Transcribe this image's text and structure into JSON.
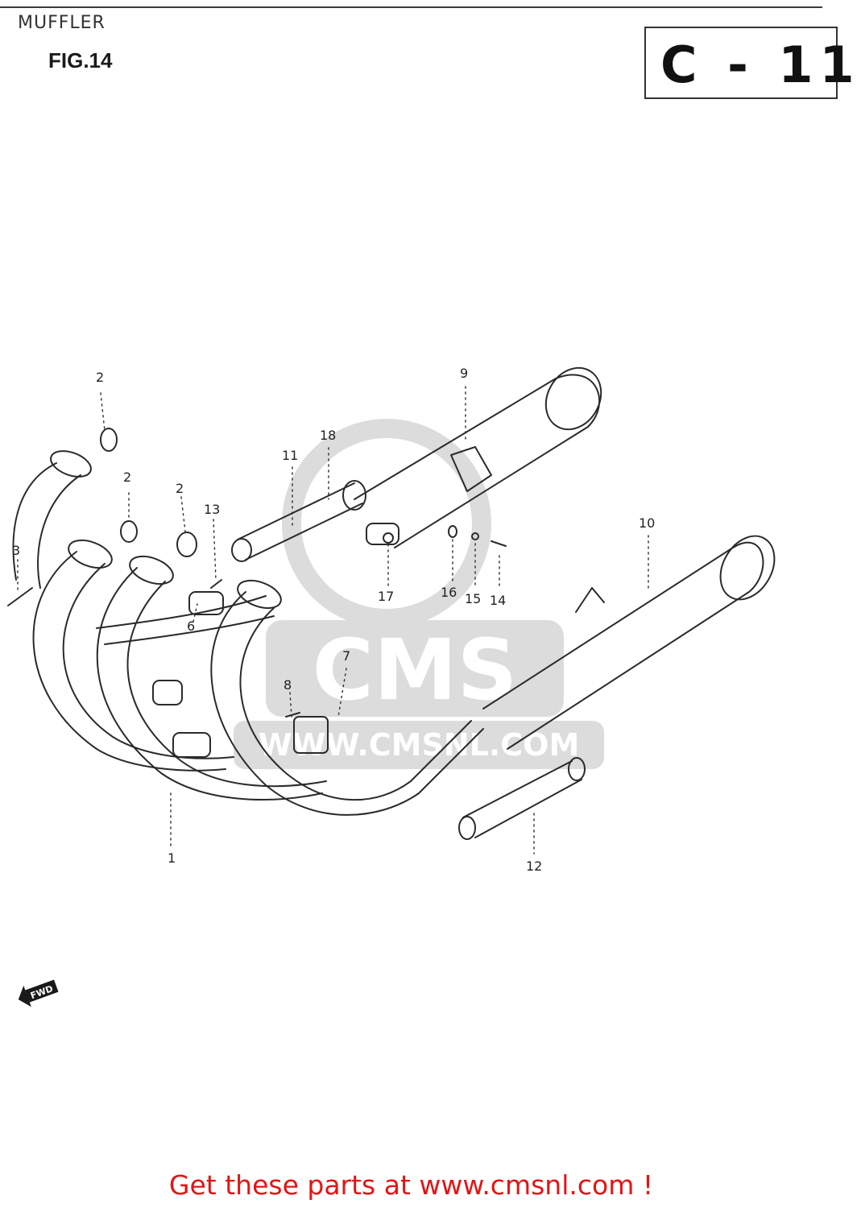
{
  "header": {
    "section_title": "MUFFLER",
    "figure_label": "FIG.14",
    "page_code": "C - 11"
  },
  "watermark": {
    "brand": "CMS",
    "url": "WWW.CMSNL.COM"
  },
  "diagram": {
    "callouts": [
      "1",
      "2",
      "2",
      "2",
      "3",
      "6",
      "7",
      "8",
      "9",
      "10",
      "11",
      "12",
      "13",
      "14",
      "15",
      "16",
      "17",
      "18"
    ],
    "direction_badge": "FWD"
  },
  "footer": {
    "cta_text": "Get these parts at www.cmsnl.com !"
  },
  "colors": {
    "line": "#2a2a2a",
    "footer_text": "#e41414",
    "watermark": "#d0d0d0"
  }
}
